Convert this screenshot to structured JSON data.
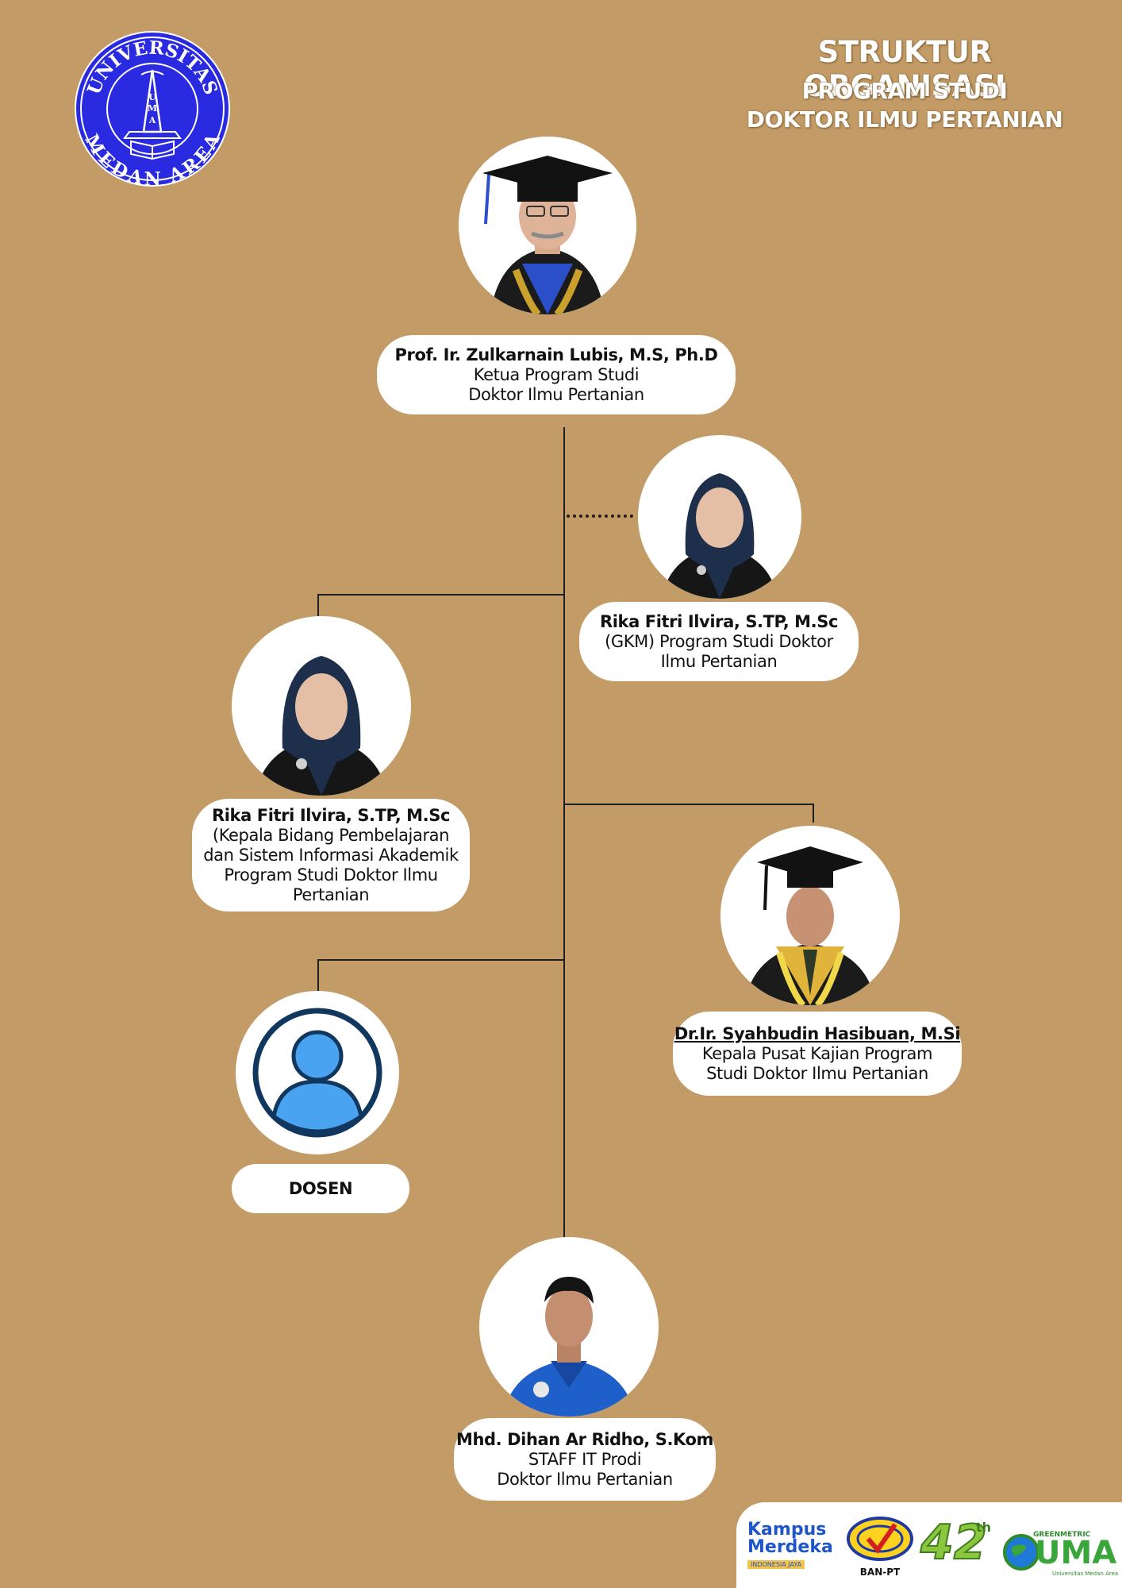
{
  "header": {
    "title": "STRUKTUR ORGANISASI",
    "subtitle1": "PROGRAM STUDI",
    "subtitle2": "DOKTOR ILMU PERTANIAN"
  },
  "logo": {
    "top_text": "UNIVERSITAS",
    "bottom_text": "MEDAN AREA",
    "center": "UMA"
  },
  "nodes": {
    "ketua": {
      "name": "Prof. Ir. Zulkarnain Lubis, M.S, Ph.D",
      "role1": "Ketua Program Studi",
      "role2": "Doktor Ilmu Pertanian"
    },
    "gkm": {
      "name": "Rika Fitri Ilvira, S.TP, M.Sc",
      "role1": "(GKM) Program Studi Doktor",
      "role2": "Ilmu Pertanian"
    },
    "kabid": {
      "name": "Rika Fitri Ilvira, S.TP, M.Sc",
      "role1": "(Kepala Bidang Pembelajaran",
      "role2": "dan Sistem Informasi Akademik",
      "role3": "Program Studi Doktor Ilmu",
      "role4": "Pertanian"
    },
    "kapus": {
      "name": "Dr.Ir. Syahbudin Hasibuan, M.Si",
      "role1": "Kepala Pusat Kajian Program",
      "role2": "Studi Doktor Ilmu Pertanian"
    },
    "dosen": {
      "name": "DOSEN"
    },
    "staff": {
      "name": "Mhd. Dihan Ar Ridho, S.Kom",
      "role1": "STAFF IT Prodi",
      "role2": "Doktor Ilmu Pertanian"
    }
  },
  "footer": {
    "kampus1": "Kampus",
    "kampus2": "Merdeka",
    "kampus3": "INDONESIA JAYA",
    "banpt": "BAN-PT",
    "anniv": "42",
    "anniv_sup": "th",
    "greenmetric": "GREENMETRIC",
    "uma": "UMA",
    "uma_sub": "Universitas Medan Area"
  },
  "colors": {
    "background": "#c29b67",
    "logo_blue": "#2a2ae0",
    "white": "#ffffff",
    "avatar_blue": "#4aa3f0",
    "avatar_ring": "#12375f"
  }
}
